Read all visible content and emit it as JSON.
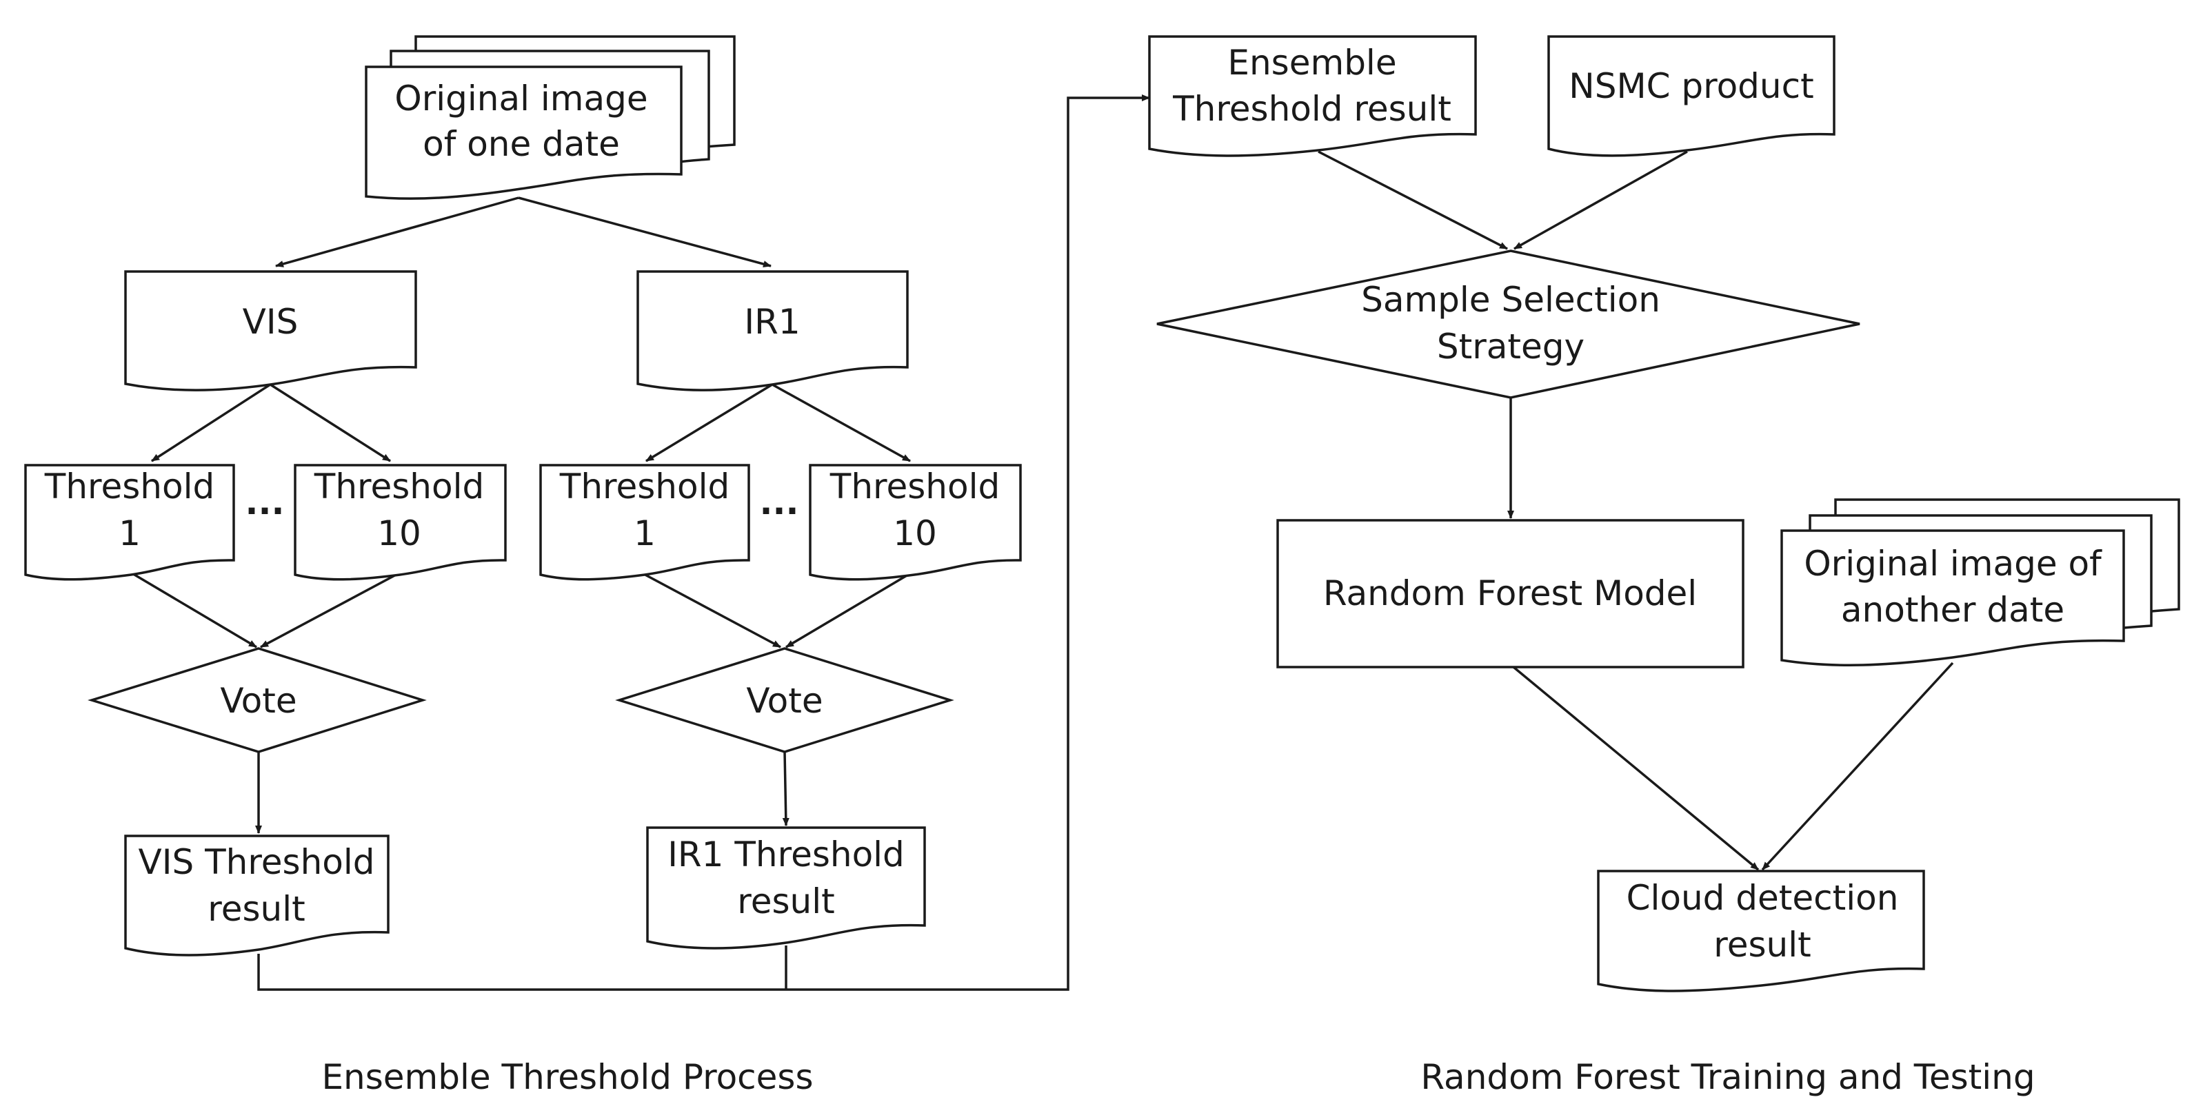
{
  "nodes": {
    "original_image_one_date": [
      "Original image",
      "of one date"
    ],
    "vis": [
      "VIS"
    ],
    "ir1": [
      "IR1"
    ],
    "vis_threshold_1": [
      "Threshold",
      "1"
    ],
    "vis_threshold_10": [
      "Threshold",
      "10"
    ],
    "ir1_threshold_1": [
      "Threshold",
      "1"
    ],
    "ir1_threshold_10": [
      "Threshold",
      "10"
    ],
    "vis_vote": [
      "Vote"
    ],
    "ir1_vote": [
      "Vote"
    ],
    "vis_threshold_result": [
      "VIS Threshold",
      "result"
    ],
    "ir1_threshold_result": [
      "IR1 Threshold",
      "result"
    ],
    "ensemble_threshold_result": [
      "Ensemble",
      "Threshold result"
    ],
    "nsmc_product": [
      "NSMC product"
    ],
    "sample_selection_strategy": [
      "Sample Selection",
      "Strategy"
    ],
    "random_forest_model": [
      "Random Forest Model"
    ],
    "original_image_another_date": [
      "Original image of",
      "another date"
    ],
    "cloud_detection_result": [
      "Cloud detection",
      "result"
    ]
  },
  "ellipsis": "...",
  "captions": {
    "left": "Ensemble Threshold Process",
    "right": "Random Forest Training and Testing"
  },
  "edges": [
    [
      "original_image_one_date",
      "vis"
    ],
    [
      "original_image_one_date",
      "ir1"
    ],
    [
      "vis",
      "vis_threshold_1"
    ],
    [
      "vis",
      "vis_threshold_10"
    ],
    [
      "ir1",
      "ir1_threshold_1"
    ],
    [
      "ir1",
      "ir1_threshold_10"
    ],
    [
      "vis_threshold_1",
      "vis_vote"
    ],
    [
      "vis_threshold_10",
      "vis_vote"
    ],
    [
      "ir1_threshold_1",
      "ir1_vote"
    ],
    [
      "ir1_threshold_10",
      "ir1_vote"
    ],
    [
      "vis_vote",
      "vis_threshold_result"
    ],
    [
      "ir1_vote",
      "ir1_threshold_result"
    ],
    [
      "vis_threshold_result",
      "ensemble_threshold_result"
    ],
    [
      "ir1_threshold_result",
      "ensemble_threshold_result"
    ],
    [
      "ensemble_threshold_result",
      "sample_selection_strategy"
    ],
    [
      "nsmc_product",
      "sample_selection_strategy"
    ],
    [
      "sample_selection_strategy",
      "random_forest_model"
    ],
    [
      "random_forest_model",
      "cloud_detection_result"
    ],
    [
      "original_image_another_date",
      "cloud_detection_result"
    ]
  ]
}
